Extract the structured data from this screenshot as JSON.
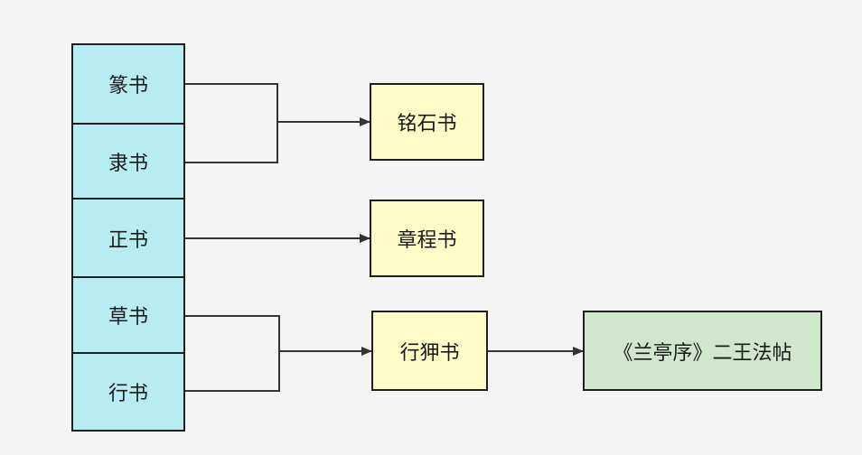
{
  "scripts": [
    {
      "label": "篆书"
    },
    {
      "label": "隶书"
    },
    {
      "label": "正书"
    },
    {
      "label": "草书"
    },
    {
      "label": "行书"
    }
  ],
  "targets": [
    {
      "label": "铭石书"
    },
    {
      "label": "章程书"
    },
    {
      "label": "行狎书"
    }
  ],
  "final": {
    "label": "《兰亭序》二王法帖"
  },
  "colors": {
    "script_fill": "#b8ecf3",
    "target_fill": "#fffcc8",
    "final_fill": "#cfe8cc",
    "line": "#333333"
  }
}
